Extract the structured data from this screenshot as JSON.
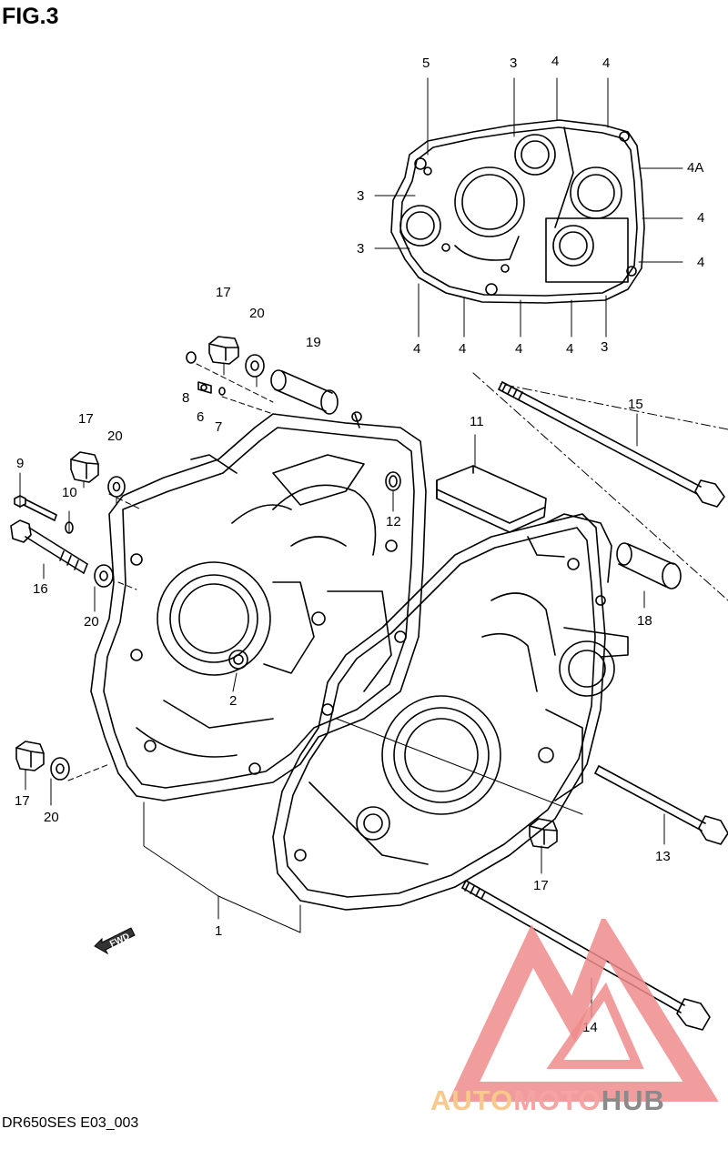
{
  "figure": {
    "title": "FIG.3",
    "code": "DR650SES E03_003"
  },
  "labels": {
    "l1": "1",
    "l2": "2",
    "l3a": "3",
    "l3b": "3",
    "l3c": "3",
    "l3d": "3",
    "l4a": "4",
    "l4b": "4",
    "l4c": "4",
    "l4d": "4",
    "l4e": "4",
    "l4f": "4",
    "l4g": "4",
    "l4h": "4",
    "l4A": "4A",
    "l5": "5",
    "l6": "6",
    "l7": "7",
    "l8": "8",
    "l9": "9",
    "l10": "10",
    "l11": "11",
    "l12": "12",
    "l13": "13",
    "l14": "14",
    "l15": "15",
    "l16": "16",
    "l17a": "17",
    "l17b": "17",
    "l17c": "17",
    "l17d": "17",
    "l18": "18",
    "l19": "19",
    "l20a": "20",
    "l20b": "20",
    "l20c": "20",
    "l20d": "20"
  },
  "fwd_marker": "FWD",
  "watermark": {
    "part1": "AUTO",
    "part2": "MOTO",
    "part3": "HUB",
    "colors": {
      "auto": "#f7c98a",
      "moto": "#f5a3a3",
      "hub": "#8a8a8a",
      "triangle": "#f08c8c"
    }
  }
}
